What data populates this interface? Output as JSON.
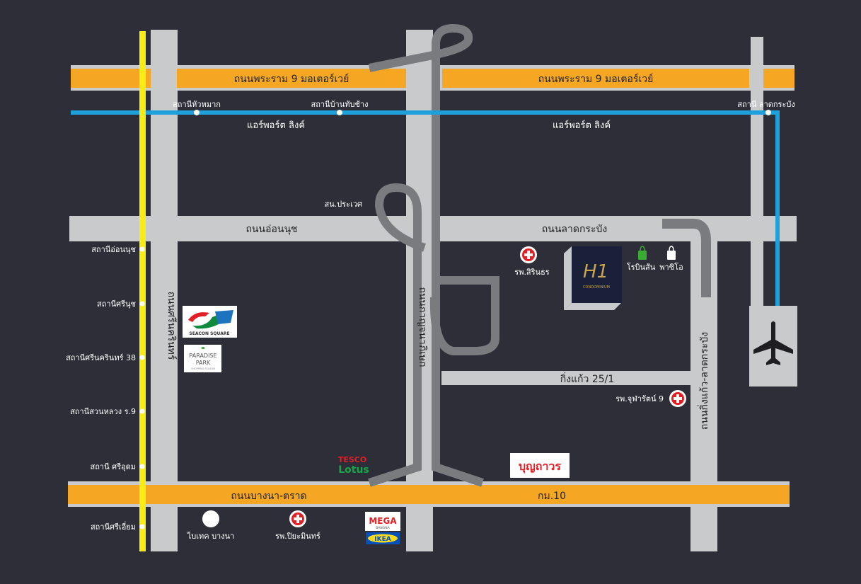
{
  "colors": {
    "background": "#2d2e37",
    "road": "#c9cacc",
    "expressway": "#f5a623",
    "airport_link": "#1ea0dc",
    "bts_line": "#f7ec13",
    "ring_road": "#7a7b7f",
    "hospital": "#e31e24",
    "condo": "#1a1f3a",
    "condo_gold": "#c9a44a",
    "robinson_green": "#3aaa35"
  },
  "roads": {
    "rama9_left": "ถนนพระราม 9 มอเตอร์เวย์",
    "rama9_right": "ถนนพระราม 9 มอเตอร์เวย์",
    "airport_link_left": "แอร์พอร์ต ลิงค์",
    "airport_link_right": "แอร์พอร์ต ลิงค์",
    "on_nut": "ถนนอ่อนนุช",
    "lat_krabang": "ถนนลาดกระบัง",
    "bangna_trat": "ถนนบางนา-ตราด",
    "km10": "กม.10",
    "srinakarin": "ถนนศรีนครินทร์",
    "kanchanaphisek": "ถนนกาญจนาภิเษก",
    "king_kaeo": "ถนนกิ่งแก้ว-ลาดกระบัง",
    "king_kaeo_25": "กิ่งแก้ว 25/1"
  },
  "stations": {
    "hua_mak": "สถานีหัวหมาก",
    "ban_thap_chang": "สถานีบ้านทับช้าง",
    "lat_krabang": "สถานี ลาดกระบัง",
    "on_nut": "สถานีอ่อนนุช",
    "si_nut": "สถานีศรีนุช",
    "srinakarin_38": "สถานีศรีนครินทร์ 38",
    "suan_luang": "สถานีสวนหลวง ร.9",
    "si_udom": "สถานี ศรีอุดม",
    "si_iam": "สถานีศรีเอี่ยม"
  },
  "places": {
    "police": "สน.ประเวศ",
    "sirinthorn_hospital": "รพ.สิรินธร",
    "robinson": "โรบินสัน",
    "paseo": "พาซิโอ",
    "chularat_hospital": "รพ.จุฬารัตน์ 9",
    "bitec": "ไบเทค บางนา",
    "piyamin_hospital": "รพ.ปิยะมินทร์"
  },
  "logos": {
    "condo_mark": "H1",
    "condo_name": "CONDOMINIUM",
    "seacon": "SEACON SQUARE",
    "paradise_line1": "PARADISE",
    "paradise_line2": "PARK",
    "paradise_sub": "SHOPPING SEASON",
    "tesco": "TESCO",
    "lotus": "Lotus",
    "boonthavorn": "บุญถาวร",
    "mega": "MEGA",
    "mega_sub": "BANGNA",
    "ikea": "IKEA"
  },
  "icons": {
    "hospital": "red-cross-icon",
    "shopping": "shopping-bag-icon",
    "airport": "airplane-icon",
    "station": "station-dot-icon"
  }
}
